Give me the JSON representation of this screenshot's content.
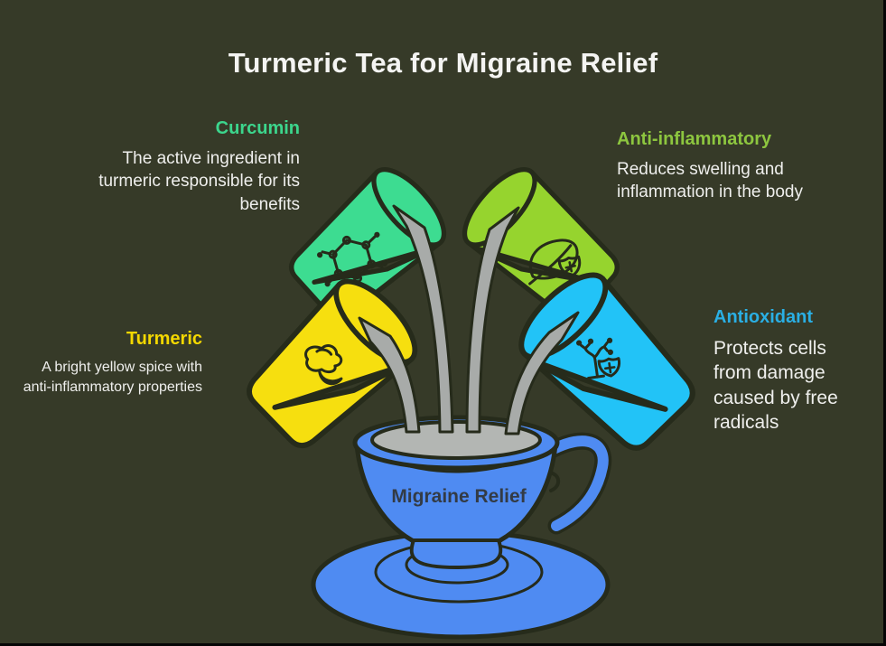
{
  "title": "Turmeric Tea for Migraine Relief",
  "cup": {
    "label": "Migraine Relief"
  },
  "sections": [
    {
      "id": "curcumin",
      "heading": "Curcumin",
      "body": "The active ingredient in turmeric responsible for its benefits",
      "heading_color": "#3CD68D",
      "pitcher_color": "#3DDC91",
      "icon": "molecule-icon"
    },
    {
      "id": "anti-inflammatory",
      "heading": "Anti-inflammatory",
      "body": "Reduces swelling and inflammation in the body",
      "heading_color": "#8DC63F",
      "pitcher_color": "#96D42E",
      "icon": "leaf-shield-icon"
    },
    {
      "id": "turmeric",
      "heading": "Turmeric",
      "body": "A bright yellow spice with anti-inflammatory properties",
      "heading_color": "#F4D800",
      "pitcher_color": "#F6DF0F",
      "icon": "turmeric-root-icon"
    },
    {
      "id": "antioxidant",
      "heading": "Antioxidant",
      "body": "Protects cells from damage caused by free radicals",
      "heading_color": "#2AAFE4",
      "pitcher_color": "#22C3F7",
      "icon": "radical-tree-shield-icon"
    }
  ],
  "colors": {
    "background": "#363A28",
    "outline": "#262B1B",
    "cup_blue": "#4F8BF2",
    "liquid_gray": "#B3B6B3",
    "stream_gray": "#A8ABA9",
    "title_text": "#F4F4F2",
    "body_text": "#EFEFED",
    "cup_label_text": "#333B45"
  }
}
